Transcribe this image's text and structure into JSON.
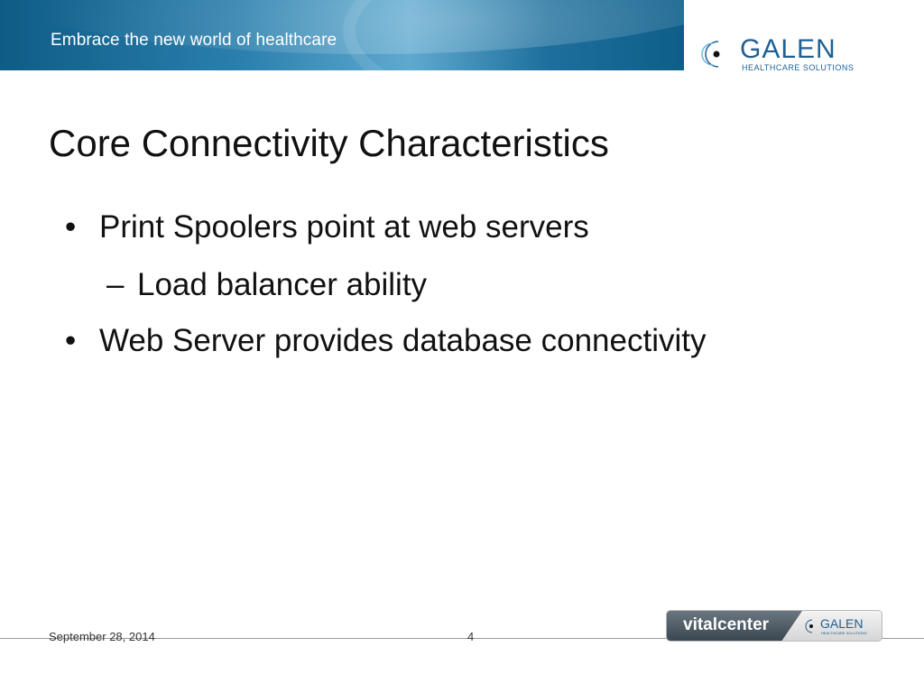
{
  "header": {
    "tagline": "Embrace the new world of healthcare",
    "logo_text": "GALEN",
    "logo_subtext": "HEALTHCARE SOLUTIONS"
  },
  "slide": {
    "title": "Core Connectivity Characteristics",
    "bullets": [
      {
        "marker": "•",
        "text": "Print Spoolers point at web servers"
      },
      {
        "marker": "–",
        "text": "Load balancer ability"
      },
      {
        "marker": "•",
        "text": "Web Server provides database connectivity"
      }
    ]
  },
  "footer": {
    "date": "September 28, 2014",
    "page_number": "4",
    "badge_text": "vitalcenter",
    "badge_logo_text": "GALEN",
    "badge_logo_subtext": "HEALTHCARE SOLUTIONS"
  },
  "colors": {
    "header_blue": "#1e6f9d",
    "logo_blue": "#1f5f93",
    "logo_accent": "#6fb5d9"
  }
}
